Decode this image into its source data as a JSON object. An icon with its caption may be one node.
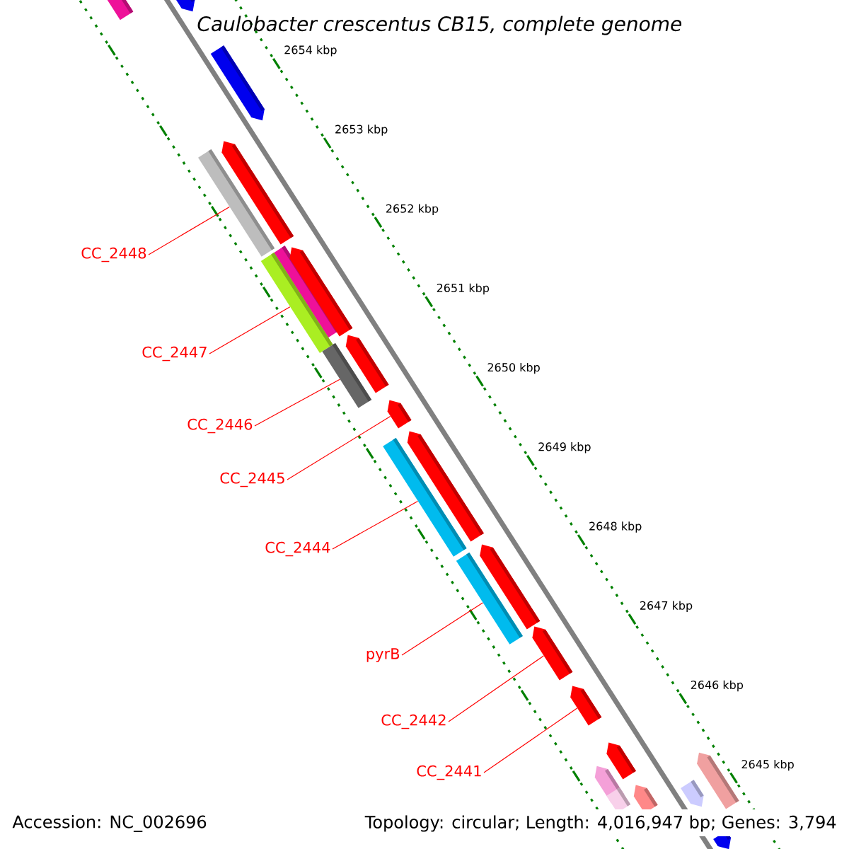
{
  "diagram": {
    "title": "Caulobacter crescentus CB15, complete genome",
    "nodes": [
      {
        "text": [
          "CC_2448"
        ]
      },
      {
        "text": [
          "CC_2447"
        ]
      },
      {
        "text": [
          "CC_2446"
        ]
      },
      {
        "text": [
          "CC_2445"
        ]
      },
      {
        "text": [
          "CC_2444"
        ]
      },
      {
        "text": [
          "pyrB"
        ]
      },
      {
        "text": [
          "CC_2442"
        ]
      },
      {
        "text": [
          "CC_2441"
        ]
      },
      {
        "text": [],
        "shape": "bar"
      },
      {
        "text": [],
        "shape": "bar"
      },
      {
        "text": [],
        "shape": "bar"
      },
      {
        "text": [],
        "shape": "bar"
      },
      {
        "text": [],
        "shape": "bar"
      },
      {
        "text": [],
        "shape": "bar"
      },
      {
        "text": [],
        "shape": "bar"
      },
      {
        "text": [],
        "shape": "bar"
      },
      {
        "text": [],
        "shape": "bar"
      },
      {
        "text": [],
        "shape": "bar"
      },
      {
        "text": [],
        "shape": "bar"
      },
      {
        "text": [],
        "shape": "bar"
      },
      {
        "text": [],
        "shape": "bar"
      },
      {
        "text": [],
        "shape": "bar"
      },
      {
        "text": [],
        "shape": "bar"
      },
      {
        "text": [],
        "shape": "bar"
      },
      {
        "text": [],
        "shape": "bar"
      },
      {
        "text": [],
        "shape": "bar"
      },
      {
        "text": [],
        "shape": "bar"
      },
      {
        "text": [],
        "shape": "bar"
      },
      {
        "text": [],
        "shape": "bar"
      },
      {
        "text": [],
        "shape": "bar"
      },
      {
        "text": [],
        "shape": "bar"
      },
      {
        "text": [],
        "shape": "bar"
      }
    ],
    "edges": [
      {
        "from": 0,
        "to": 11,
        "arrow": "none"
      },
      {
        "from": 1,
        "to": 14,
        "arrow": "none"
      },
      {
        "from": 2,
        "to": 16,
        "arrow": "none"
      },
      {
        "from": 3,
        "to": 18,
        "arrow": "none"
      },
      {
        "from": 4,
        "to": 19,
        "arrow": "none"
      },
      {
        "from": 5,
        "to": 21,
        "arrow": "none"
      },
      {
        "from": 6,
        "to": 23,
        "arrow": "none"
      },
      {
        "from": 7,
        "to": 24,
        "arrow": "none"
      }
    ],
    "labels": [
      "2654 kbp",
      "2653 kbp",
      "2652 kbp",
      "2651 kbp",
      "2650 kbp",
      "2649 kbp",
      "2648 kbp",
      "2647 kbp",
      "2646 kbp",
      "2645 kbp",
      "Accession: NC_002696",
      "Topology: circular; Length: 4,016,947 bp; Genes: 3,794"
    ]
  }
}
